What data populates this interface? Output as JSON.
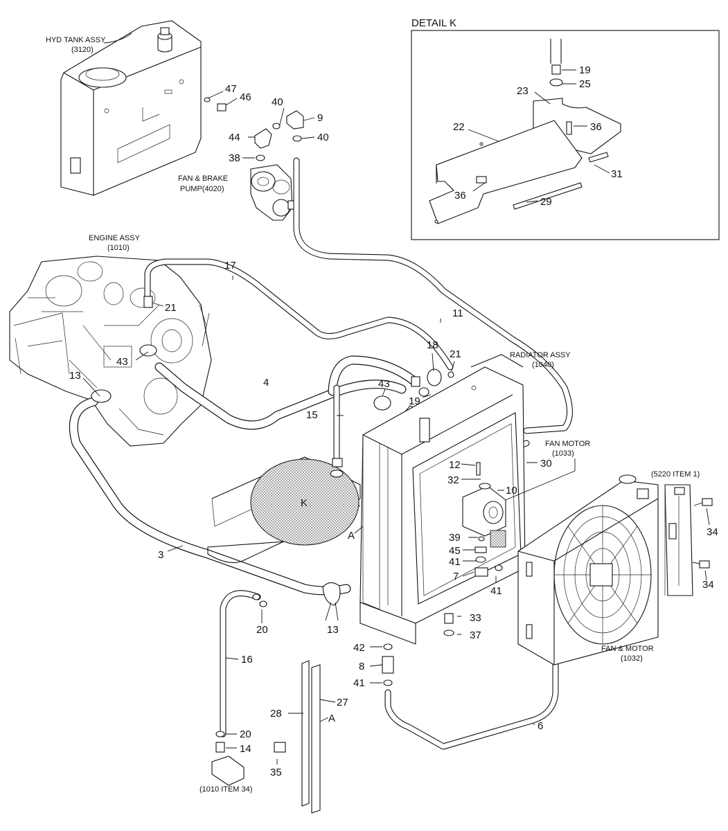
{
  "detail_k": {
    "title": "DETAIL K"
  },
  "labels": {
    "hyd_tank_line1": "HYD TANK ASSY",
    "hyd_tank_line2": "(3120)",
    "engine_line1": "ENGINE ASSY",
    "engine_line2": "(1010)",
    "pump_line1": "FAN & BRAKE",
    "pump_line2": "PUMP(4020)",
    "radiator_line1": "RADIATOR ASSY",
    "radiator_line2": "(1040)",
    "fan_motor_line1": "FAN MOTOR",
    "fan_motor_line2": "(1033)",
    "fan_and_motor_line1": "FAN & MOTOR",
    "fan_and_motor_line2": "(1032)",
    "item_5220": "(5220 ITEM 1)",
    "item_1010_34": "(1010 ITEM 34)",
    "view_k": "K"
  },
  "callouts": {
    "n47": "47",
    "n46": "46",
    "n40a": "40",
    "n9": "9",
    "n44": "44",
    "n40b": "40",
    "n38": "38",
    "n17": "17",
    "n11": "11",
    "n21a": "21",
    "n43a": "43",
    "n13a": "13",
    "n4": "4",
    "n18": "18",
    "n21b": "21",
    "n43b": "43",
    "n19a": "19",
    "n15": "15",
    "n12": "12",
    "n32": "32",
    "n30": "30",
    "n10": "10",
    "n39": "39",
    "n45": "45",
    "n41a": "41",
    "n7": "7",
    "n41b": "41",
    "n3": "3",
    "nA1": "A",
    "n20a": "20",
    "n13b": "13",
    "n33": "33",
    "n37": "37",
    "n42": "42",
    "n8": "8",
    "n41c": "41",
    "n16": "16",
    "n28": "28",
    "n27": "27",
    "nA2": "A",
    "n6": "6",
    "n20b": "20",
    "n14": "14",
    "n35": "35",
    "n34a": "34",
    "n34b": "34",
    "k19": "19",
    "k25": "25",
    "k23": "23",
    "k22": "22",
    "k36a": "36",
    "k36b": "36",
    "k31": "31",
    "k29": "29"
  },
  "colors": {
    "line": "#111111",
    "background": "#ffffff",
    "hatch": "#666666"
  }
}
